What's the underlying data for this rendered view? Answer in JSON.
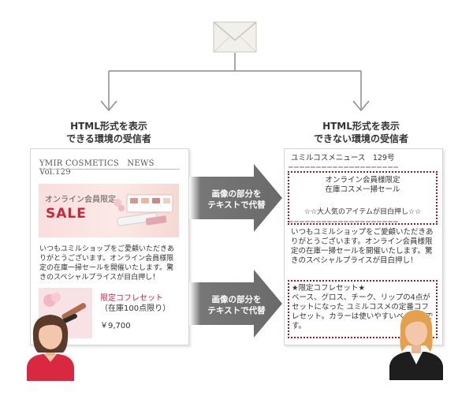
{
  "left_caption": [
    "HTML形式を表示",
    "できる環境の受信者"
  ],
  "right_caption": [
    "HTML形式を表示",
    "できない環境の受信者"
  ],
  "html_mail": {
    "header": "YMIR COSMETICS　NEWS　Vol.129",
    "banner_title": "オンライン会員限定",
    "banner_sale": "SALE",
    "body": "いつもユミルショップをご愛顧いただきありがとうございます。オンライン会員様限定の在庫一掃セールを開催いたします。驚きのスペシャルプライスが目白押し！",
    "product_name": "限定コフレセット",
    "product_stock": "（在庫100点限り）",
    "product_price": "￥9,700"
  },
  "arrow_label": [
    "画像の部分を",
    "テキストで代替"
  ],
  "text_mail": {
    "header": "ユミルコスメニュース　129号",
    "rule": "＝＝＝＝＝＝＝＝＝＝＝＝＝＝＝＝＝＝＝＝",
    "alt1_lines": [
      "オンライン会員様限定",
      "在庫コスメ一掃セール",
      "",
      "☆☆大人気のアイテムが目白押し☆☆"
    ],
    "body": "いつもユミルショップをご愛顧いただきありがとうございます。オンライン会員様限定の在庫一掃セールを開催いたします。驚きのスペシャルプライスが目白押し！",
    "alt2": "★限定コフレセット★\nベース、グロス、チーク、リップの4点がセットになった ユミルコスメの定番コフレセット。カラーは使いやすいベージュです。"
  },
  "colors": {
    "accent": "#b0131d",
    "arrow": "#6e6e6e",
    "sale_text": "#c8283a"
  }
}
